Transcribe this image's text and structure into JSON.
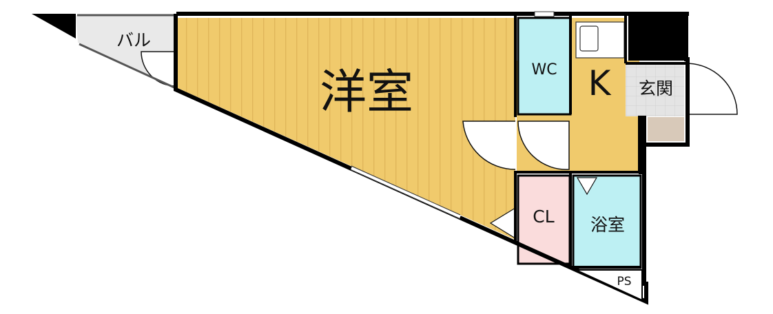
{
  "rooms": {
    "western_room": "洋室",
    "balcony": "バル",
    "toilet": "WC",
    "kitchen": "K",
    "entrance": "玄関",
    "closet": "CL",
    "bathroom": "浴室",
    "pipe_space": "PS"
  },
  "colors": {
    "western_room_floor": "#f0ca6c",
    "western_room_stripes": "#e0b65a",
    "kitchen_floor": "#f0ca6c",
    "toilet_fill": "#bdf0f3",
    "bathroom_fill": "#bdf0f3",
    "closet_fill": "#fadcdc",
    "entrance_tile": "#e3e3e3",
    "entrance_mat": "#d8c9b9",
    "balcony_fill": "#e6e6e6",
    "wall": "#000000"
  }
}
